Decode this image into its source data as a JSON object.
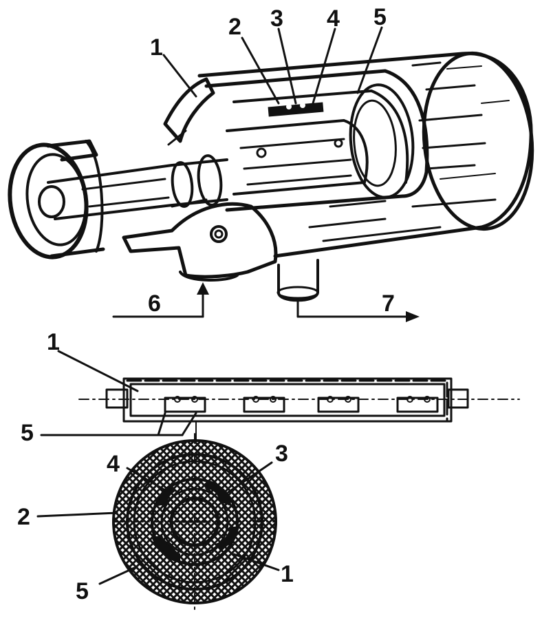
{
  "labels": {
    "top": {
      "l1": "1",
      "l2": "2",
      "l3": "3",
      "l4": "4",
      "l5": "5",
      "l6": "6",
      "l7": "7"
    },
    "bottom": {
      "l1": "1",
      "l5": "5"
    },
    "section": {
      "l4": "4",
      "l3": "3",
      "l2": "2",
      "l5": "5",
      "l1": "1"
    }
  },
  "colors": {
    "ink": "#111111",
    "paper": "#ffffff"
  }
}
